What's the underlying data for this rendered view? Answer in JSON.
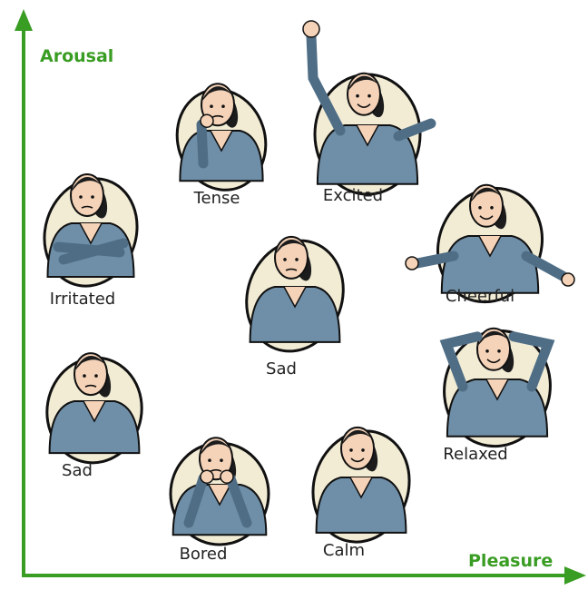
{
  "axes": {
    "y_label": "Arousal",
    "x_label": "Pleasure",
    "color": "#3a9d23"
  },
  "figures": [
    {
      "label": "Tense",
      "pose": "hand-on-chin"
    },
    {
      "label": "Excited",
      "pose": "arm-raised"
    },
    {
      "label": "Irritated",
      "pose": "arms-crossed"
    },
    {
      "label": "Cheerful",
      "pose": "arms-open"
    },
    {
      "label": "Sad",
      "pose": "neutral"
    },
    {
      "label": "Relaxed",
      "pose": "hands-behind-head"
    },
    {
      "label": "Sad",
      "pose": "head-down"
    },
    {
      "label": "Bored",
      "pose": "chin-on-hands"
    },
    {
      "label": "Calm",
      "pose": "neutral-smile"
    }
  ],
  "colors": {
    "shirt": "#6f8fa8",
    "shirt_dark": "#4f6e86",
    "skin": "#f5d3b8",
    "hair": "#1c1c1c",
    "ellipse_fill": "#f2ecd5",
    "outline": "#111111"
  }
}
